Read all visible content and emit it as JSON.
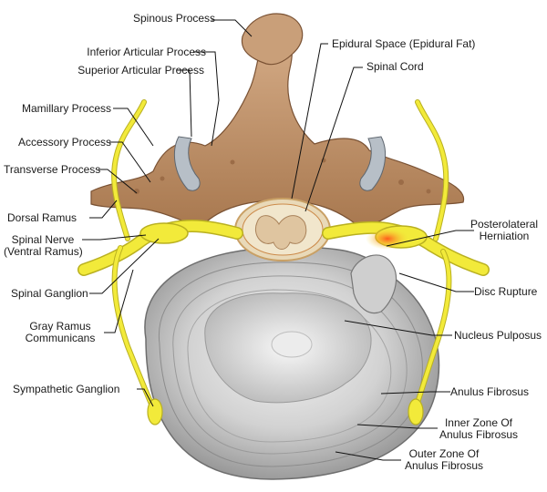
{
  "labels": {
    "spinous_process": "Spinous Process",
    "inferior_articular_process": "Inferior Articular Process",
    "superior_articular_process": "Superior Articular Process",
    "epidural_space": "Epidural Space (Epidural Fat)",
    "spinal_cord": "Spinal Cord",
    "mamillary_process": "Mamillary Process",
    "accessory_process": "Accessory Process",
    "transverse_process": "Transverse Process",
    "dorsal_ramus": "Dorsal Ramus",
    "spinal_nerve_line1": "Spinal Nerve",
    "spinal_nerve_line2": "(Ventral Ramus)",
    "spinal_ganglion": "Spinal Ganglion",
    "gray_ramus_line1": "Gray Ramus",
    "gray_ramus_line2": "Communicans",
    "sympathetic_ganglion": "Sympathetic Ganglion",
    "posterolateral_line1": "Posterolateral",
    "posterolateral_line2": "Herniation",
    "disc_rupture": "Disc Rupture",
    "nucleus_pulposus": "Nucleus Pulposus",
    "anulus_fibrosus": "Anulus Fibrosus",
    "inner_zone_line1": "Inner Zone Of",
    "inner_zone_line2": "Anulus Fibrosus",
    "outer_zone_line1": "Outer Zone Of",
    "outer_zone_line2": "Anulus Fibrosus"
  },
  "colors": {
    "bone": "#c49a72",
    "bone_shadow": "#8a5f3e",
    "nerve": "#f2ea3a",
    "nerve_outline": "#b9b020",
    "disc": "#d8d8d8",
    "disc_dark": "#9a9a9a",
    "herniation": "#f08a1c",
    "leader_line": "#111111"
  }
}
